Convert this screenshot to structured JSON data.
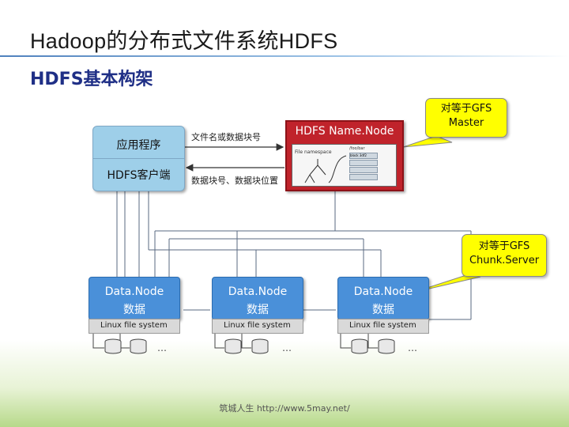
{
  "slide": {
    "title": "Hadoop的分布式文件系统HDFS",
    "subtitle": "HDFS基本构架",
    "footer": "筑城人生 http://www.5may.net/"
  },
  "client": {
    "app_label": "应用程序",
    "client_label": "HDFS客户端"
  },
  "namenode": {
    "label": "HDFS Name.Node",
    "namespace_caption": "File namespace",
    "foobar_caption": "/foo/bar",
    "block_label": "block 3df2"
  },
  "arrows": {
    "request_label": "文件名或数据块号",
    "response_label": "数据块号、数据块位置"
  },
  "callouts": {
    "master": "对等于GFS\nMaster",
    "chunkserver": "对等于GFS\nChunk.Server"
  },
  "datanodes": [
    {
      "line1": "Data.Node",
      "line2": "数据",
      "fs": "Linux file system",
      "more": "…"
    },
    {
      "line1": "Data.Node",
      "line2": "数据",
      "fs": "Linux file system",
      "more": "…"
    },
    {
      "line1": "Data.Node",
      "line2": "数据",
      "fs": "Linux file system",
      "more": "…"
    }
  ],
  "colors": {
    "client_fill": "#9ecfe9",
    "namenode_fill": "#c0232b",
    "datanode_fill": "#4a90d9",
    "callout_fill": "#ffff00",
    "title_text": "#1a1a1a",
    "subtitle_text": "#1f2f86"
  }
}
